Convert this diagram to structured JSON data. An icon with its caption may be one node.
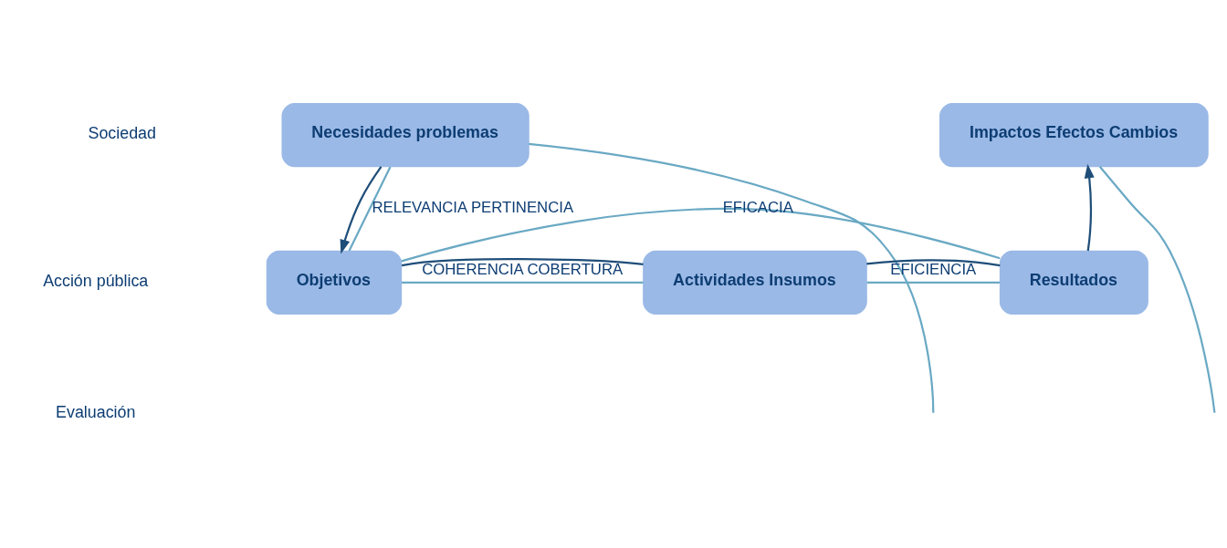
{
  "diagram": {
    "nodes": [
      {
        "text": [
          "Necesidades problemas"
        ]
      },
      {
        "text": [
          "Impactos Efectos Cambios"
        ]
      },
      {
        "text": [
          "Objetivos"
        ]
      },
      {
        "text": [
          "Actividades Insumos"
        ]
      },
      {
        "text": [
          "Resultados"
        ]
      }
    ],
    "edges": [
      {
        "from": 0,
        "to": 2,
        "arrow": "to",
        "color": "#1f4e79"
      },
      {
        "from": 2,
        "to": 3,
        "arrow": "none",
        "color": "#1f4e79"
      },
      {
        "from": 3,
        "to": 4,
        "arrow": "none",
        "color": "#1f4e79"
      },
      {
        "from": 4,
        "to": 1,
        "arrow": "to",
        "color": "#1f4e79"
      },
      {
        "from": 0,
        "to": 2,
        "arrow": "none",
        "label": "RELEVANCIA PERTINENCIA"
      },
      {
        "from": 2,
        "to": 3,
        "arrow": "none",
        "label": "COHERENCIA COBERTURA"
      },
      {
        "from": 3,
        "to": 4,
        "arrow": "none",
        "label": "EFICIENCIA"
      },
      {
        "from": 2,
        "to": 4,
        "arrow": "none",
        "label": "EFICACIA"
      },
      {
        "from": 0,
        "to": null,
        "arrow": "none"
      },
      {
        "from": 1,
        "to": null,
        "arrow": "none"
      }
    ],
    "labels": [
      "Sociedad",
      "Acción pública",
      "Evaluación"
    ]
  }
}
